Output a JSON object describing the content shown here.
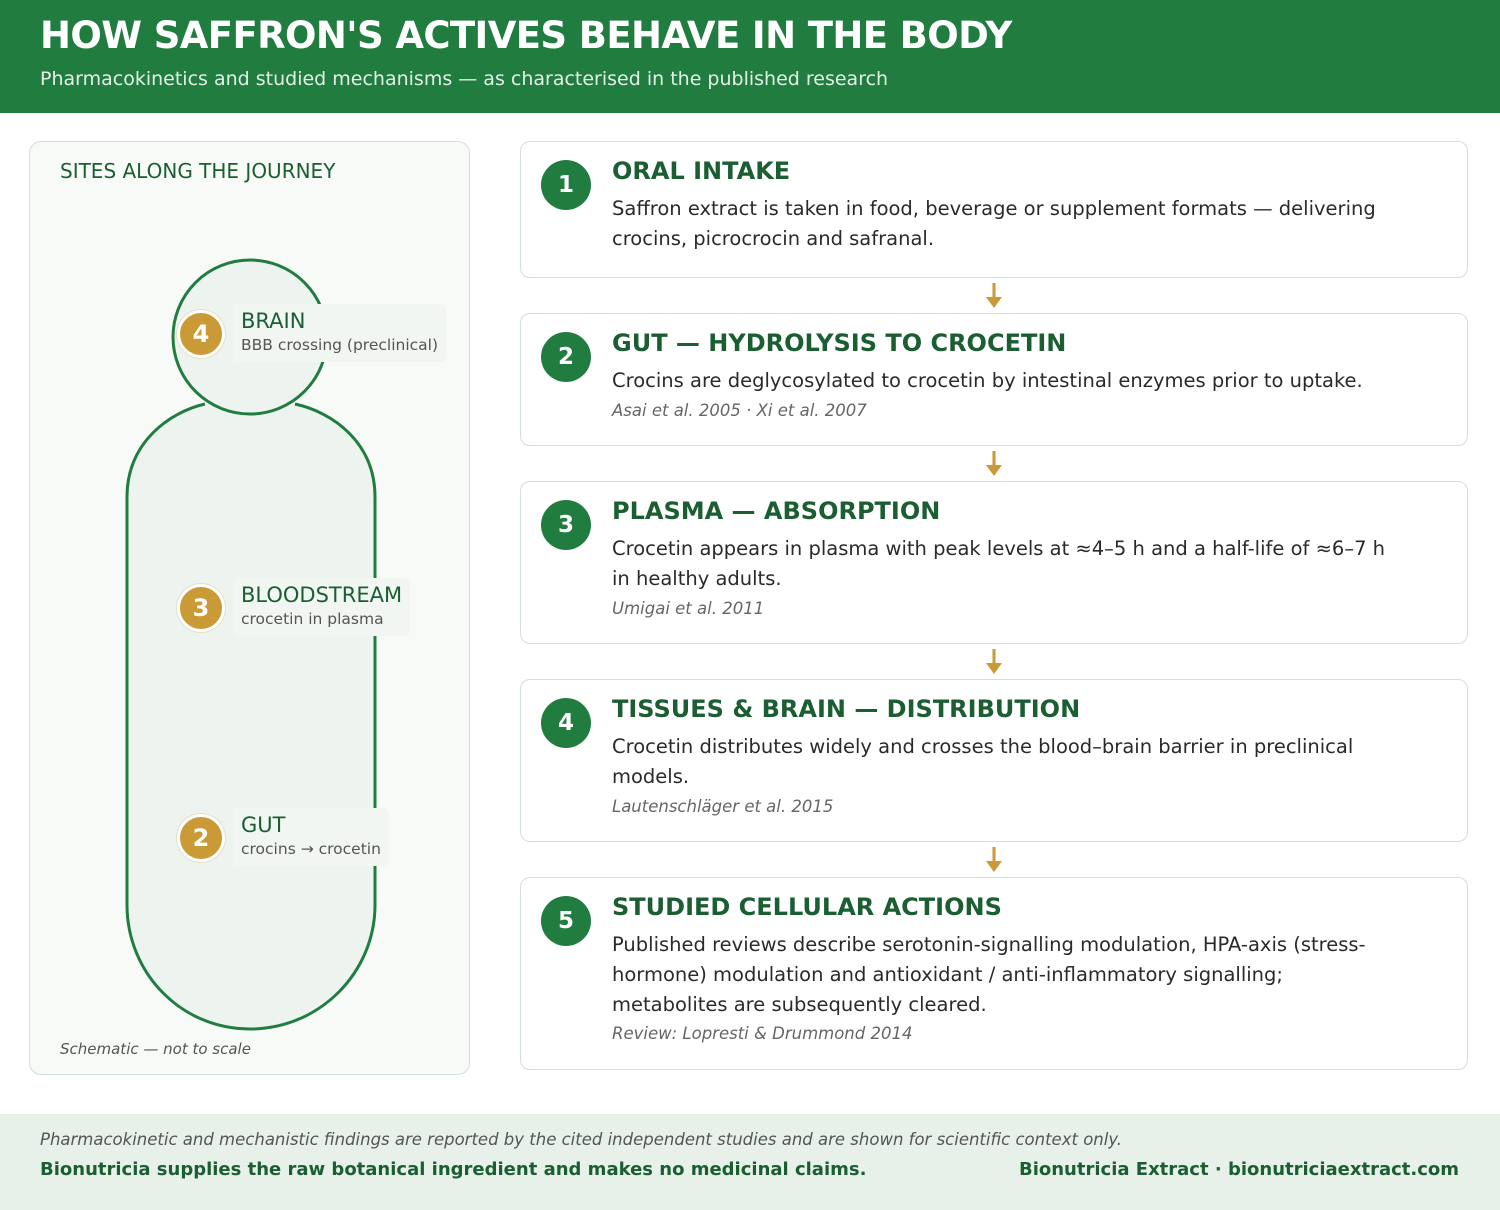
{
  "header": {
    "title": "HOW SAFFRON'S ACTIVES BEHAVE IN THE BODY",
    "subtitle": "Pharmacokinetics and studied mechanisms — as characterised in the published research"
  },
  "left_panel": {
    "title": "SITES ALONG THE JOURNEY",
    "note": "Schematic — not to scale",
    "sites": [
      {
        "number": "4",
        "name": "BRAIN",
        "desc": "BBB crossing (preclinical)"
      },
      {
        "number": "3",
        "name": "BLOODSTREAM",
        "desc": "crocetin in plasma"
      },
      {
        "number": "2",
        "name": "GUT",
        "desc": "crocins → crocetin"
      }
    ]
  },
  "steps": [
    {
      "number": "1",
      "title": "ORAL INTAKE",
      "text": "Saffron extract is taken in food, beverage or supplement formats — delivering crocins, picrocrocin and safranal.",
      "cite": ""
    },
    {
      "number": "2",
      "title": "GUT — HYDROLYSIS TO CROCETIN",
      "text": "Crocins are deglycosylated to crocetin by intestinal enzymes prior to uptake.",
      "cite": "Asai et al. 2005 · Xi et al. 2007"
    },
    {
      "number": "3",
      "title": "PLASMA — ABSORPTION",
      "text": "Crocetin appears in plasma with peak levels at ≈4–5 h and a half-life of ≈6–7 h in healthy adults.",
      "cite": "Umigai et al. 2011"
    },
    {
      "number": "4",
      "title": "TISSUES & BRAIN — DISTRIBUTION",
      "text": "Crocetin distributes widely and crosses the blood–brain barrier in preclinical models.",
      "cite": "Lautenschläger et al. 2015"
    },
    {
      "number": "5",
      "title": "STUDIED CELLULAR ACTIONS",
      "text": "Published reviews describe serotonin-signalling modulation, HPA-axis (stress-hormone) modulation and antioxidant / anti-inflammatory signalling; metabolites are subsequently cleared.",
      "cite": "Review: Lopresti & Drummond 2014"
    }
  ],
  "footer": {
    "disclaimer": "Pharmacokinetic and mechanistic findings are reported by the cited independent studies and are shown for scientific context only.",
    "claim": "Bionutricia supplies the raw botanical ingredient and makes no medicinal claims.",
    "brand": "Bionutricia Extract · bionutriciaextract.com"
  },
  "colors": {
    "primary_green": "#217c40",
    "accent_gold": "#c99a36",
    "panel_bg": "#f8faf8",
    "footer_bg": "#e7f0e9"
  }
}
